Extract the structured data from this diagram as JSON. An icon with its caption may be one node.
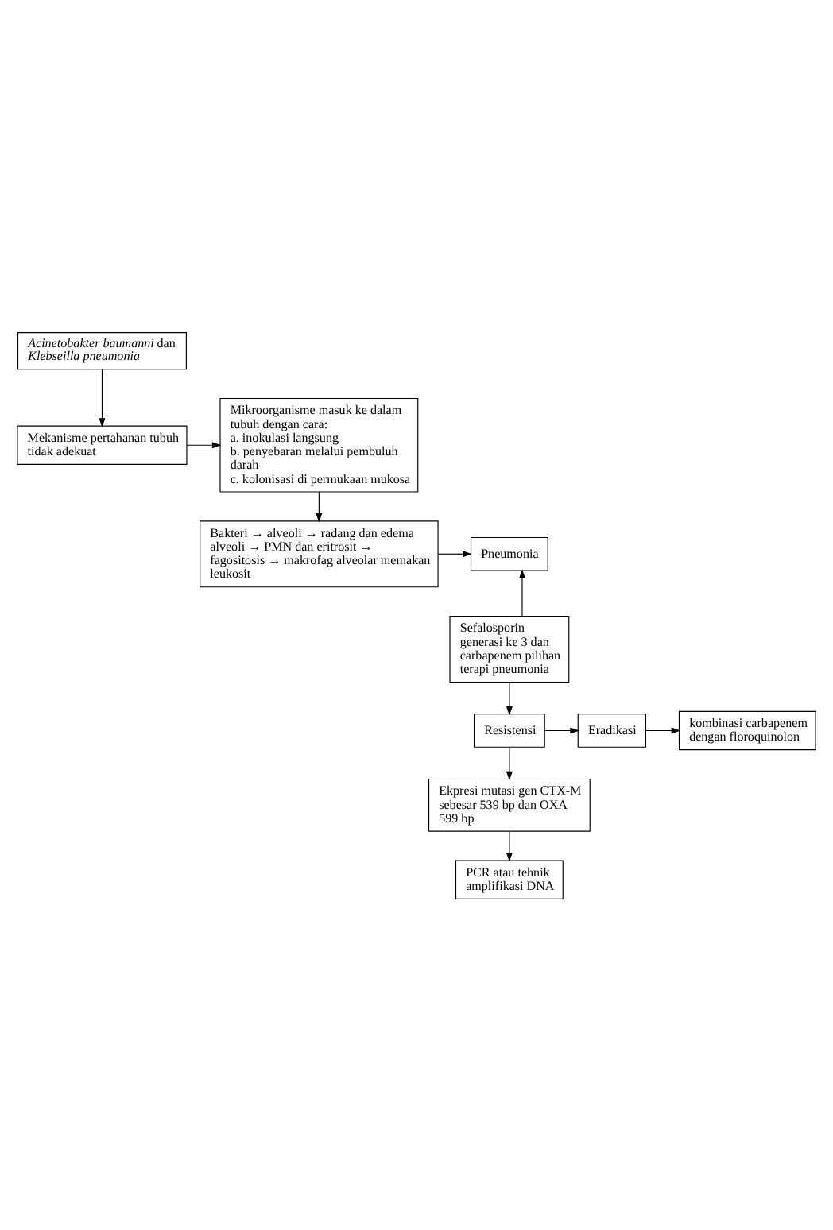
{
  "diagram": {
    "nodes": [
      {
        "text": [
          "*Acinetobakter baumanni* dan *Klebseilla pneumonia*"
        ]
      },
      {
        "text": [
          "Mekanisme pertahanan tubuh tidak adekuat"
        ]
      },
      {
        "text": [
          "Mikroorganisme masuk ke dalam tubuh dengan cara:",
          "a. inokulasi langsung",
          "b. penyebaran melalui pembuluh darah",
          "c. kolonisasi di permukaan mukosa"
        ]
      },
      {
        "text": [
          "Bakteri → alveoli → radang dan edema alveoli → PMN dan eritrosit → fagositosis → makrofag alveolar memakan leukosit"
        ]
      },
      {
        "text": [
          "Pneumonia"
        ]
      },
      {
        "text": [
          "Sefalosporin generasi ke 3 dan carbapenem pilihan terapi pneumonia"
        ]
      },
      {
        "text": [
          "Resistensi"
        ]
      },
      {
        "text": [
          "Eradikasi"
        ]
      },
      {
        "text": [
          "kombinasi carbapenem dengan floroquinolon"
        ]
      },
      {
        "text": [
          "Ekpresi mutasi gen CTX-M sebesar 539 bp dan OXA 599 bp"
        ]
      },
      {
        "text": [
          "PCR atau tehnik amplifikasi DNA"
        ]
      }
    ],
    "edges": [
      {
        "from": 0,
        "to": 1,
        "arrow": "to"
      },
      {
        "from": 1,
        "to": 2,
        "arrow": "to"
      },
      {
        "from": 2,
        "to": 3,
        "arrow": "to"
      },
      {
        "from": 3,
        "to": 4,
        "arrow": "to"
      },
      {
        "from": 5,
        "to": 4,
        "arrow": "to"
      },
      {
        "from": 5,
        "to": 6,
        "arrow": "to"
      },
      {
        "from": 6,
        "to": 7,
        "arrow": "to"
      },
      {
        "from": 7,
        "to": 8,
        "arrow": "to"
      },
      {
        "from": 6,
        "to": 9,
        "arrow": "to"
      },
      {
        "from": 9,
        "to": 10,
        "arrow": "to"
      }
    ]
  }
}
